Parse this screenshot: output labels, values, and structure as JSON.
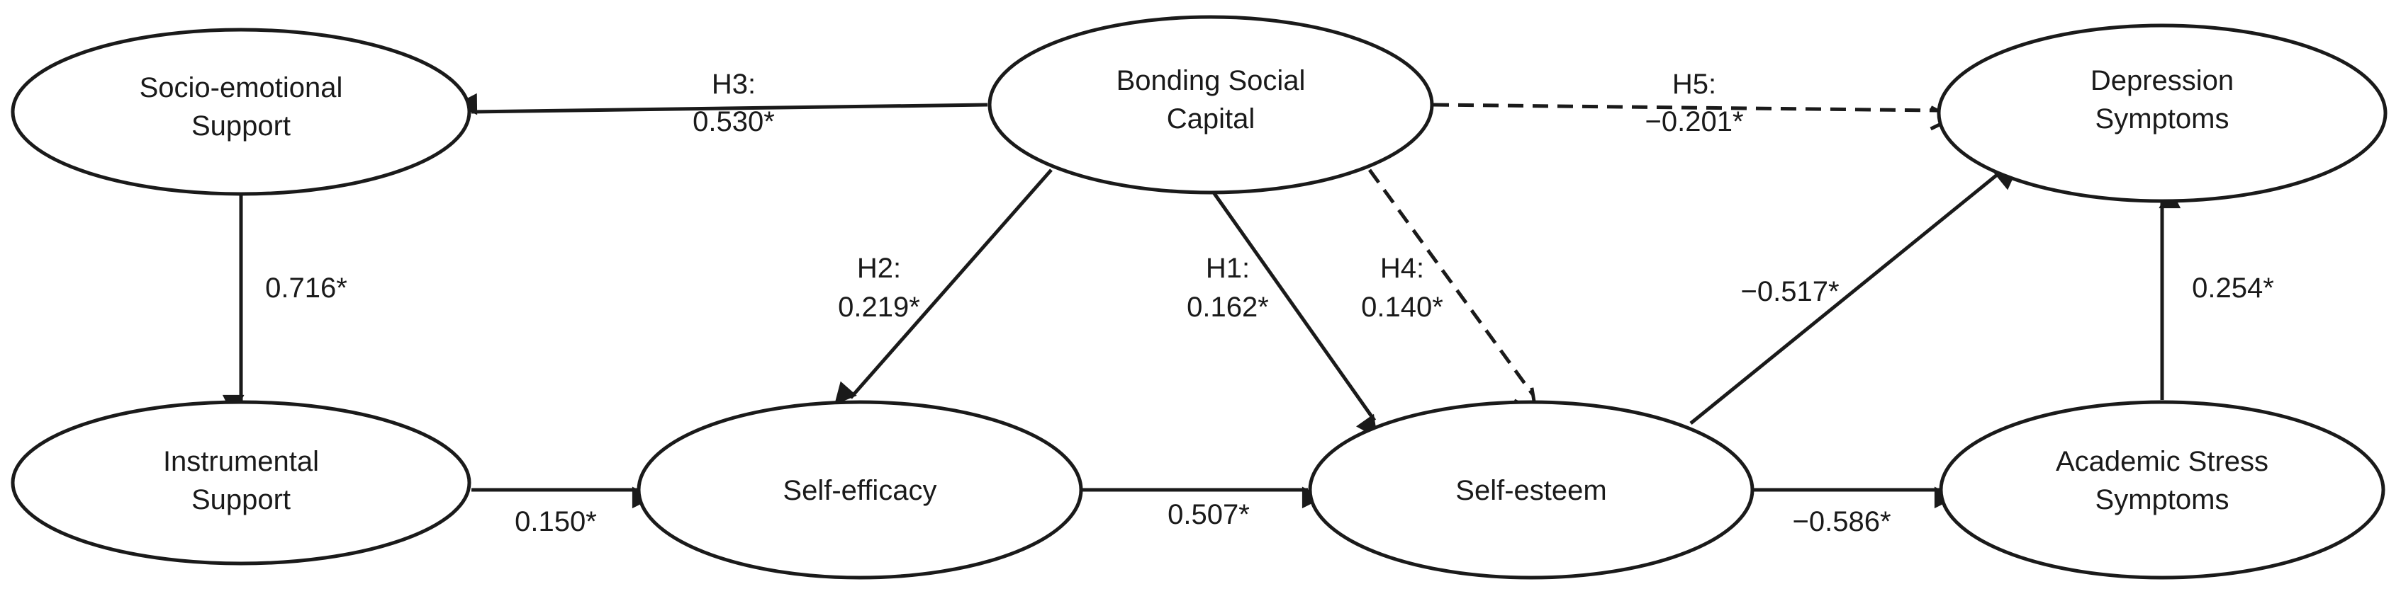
{
  "nodes": {
    "bonding": {
      "line1": "Bonding Social",
      "line2": "Capital"
    },
    "socio": {
      "line1": "Socio-emotional",
      "line2": "Support"
    },
    "instr": {
      "line1": "Instrumental",
      "line2": "Support"
    },
    "efficacy": {
      "line1": "Self-efficacy"
    },
    "esteem": {
      "line1": "Self-esteem"
    },
    "stress": {
      "line1": "Academic Stress",
      "line2": "Symptoms"
    },
    "depress": {
      "line1": "Depression",
      "line2": "Symptoms"
    }
  },
  "edges": {
    "h3": {
      "hyp": "H3:",
      "coef": "0.530*",
      "style": "solid"
    },
    "h5": {
      "hyp": "H5:",
      "coef": "−0.201*",
      "style": "dashed"
    },
    "h2": {
      "hyp": "H2:",
      "coef": "0.219*",
      "style": "solid"
    },
    "h1": {
      "hyp": "H1:",
      "coef": "0.162*",
      "style": "solid"
    },
    "h4": {
      "hyp": "H4:",
      "coef": "0.140*",
      "style": "dashed"
    },
    "socio_instr": {
      "coef": "0.716*",
      "style": "solid"
    },
    "instr_efficacy": {
      "coef": "0.150*",
      "style": "solid"
    },
    "efficacy_esteem": {
      "coef": "0.507*",
      "style": "solid"
    },
    "esteem_stress": {
      "coef": "−0.586*",
      "style": "solid"
    },
    "esteem_depress": {
      "coef": "−0.517*",
      "style": "solid"
    },
    "stress_depress": {
      "coef": "0.254*",
      "style": "solid"
    }
  }
}
